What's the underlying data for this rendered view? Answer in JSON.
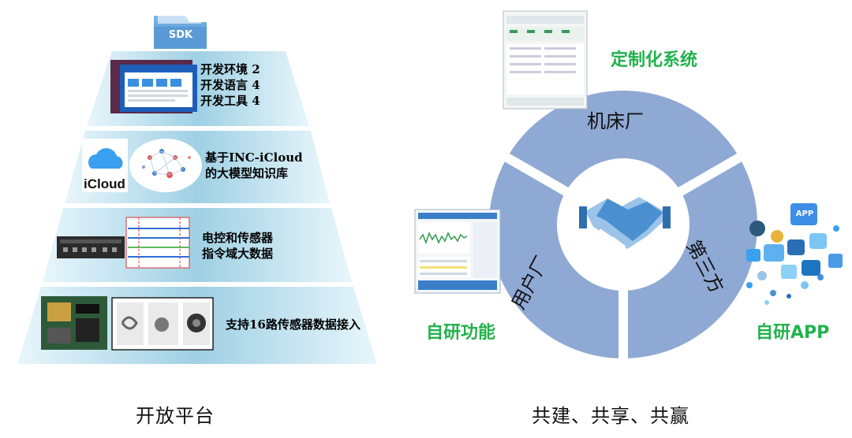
{
  "left": {
    "folder_label": "SDK",
    "layer1": {
      "line1": "开发环境 2",
      "line2": "开发语言 4",
      "line3": "开发工具 4"
    },
    "layer2": {
      "icloud_label": "iCloud",
      "line1": "基于INC-iCloud",
      "line2": "的大模型知识库"
    },
    "layer3": {
      "line1": "电控和传感器",
      "line2": "指令域大数据"
    },
    "layer4": {
      "line1": "支持16路传感器数据接入"
    },
    "caption": "开放平台"
  },
  "right": {
    "ring": {
      "top": "机床厂",
      "left": "用户厂",
      "right": "第三方"
    },
    "labels": {
      "top_right": "定制化系统",
      "bottom_left": "自研功能",
      "bottom_right": "自研APP"
    },
    "app_icon_label": "APP",
    "caption": "共建、共享、共赢"
  },
  "colors": {
    "pyramid": "#a9d5e6",
    "ring": "#8ea9d3",
    "green": "#22b24c",
    "handshake": "#4a90d0"
  }
}
